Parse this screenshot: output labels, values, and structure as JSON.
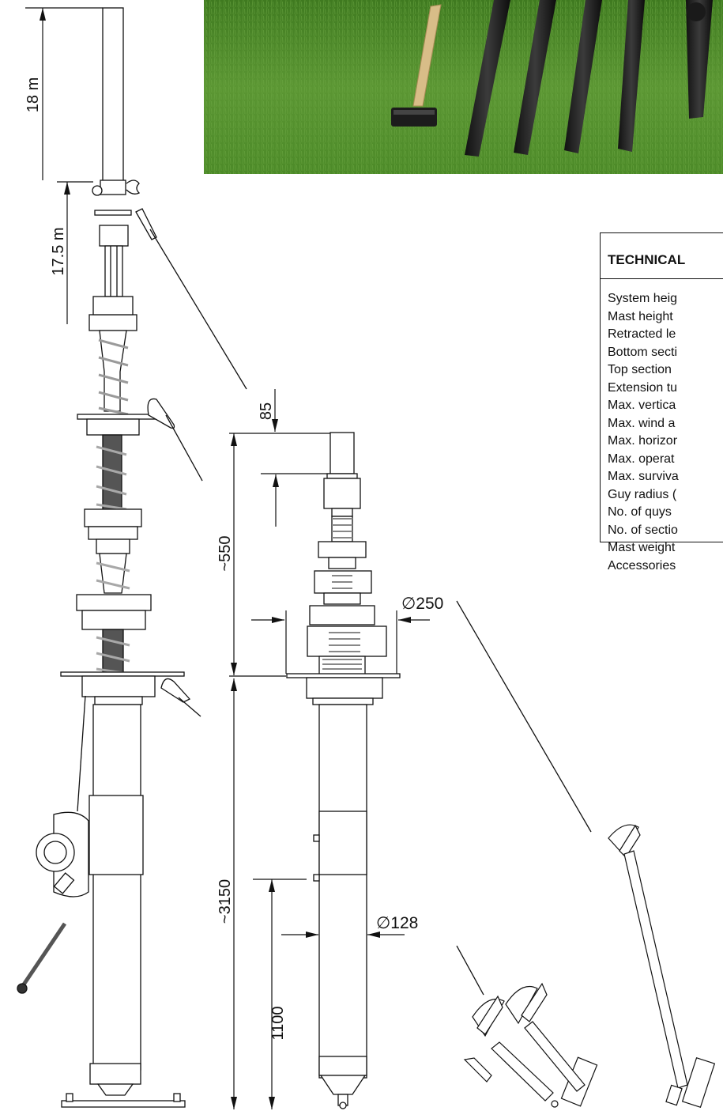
{
  "dimensions": {
    "height_total": "18 m",
    "height_retracted": "17.5 m",
    "top_offset": "85",
    "telescopic_length": "~550",
    "bottom_length": "~3150",
    "winch_height": "1100",
    "diameter_top": "∅250",
    "diameter_bottom": "∅128"
  },
  "spec_table": {
    "heading": "TECHNICAL",
    "rows": [
      "System heig",
      "Mast height",
      "Retracted le",
      "Bottom secti",
      "Top section",
      "Extension tu",
      "Max. vertica",
      "Max. wind a",
      "Max. horizor",
      "Max. operat",
      "Max. surviva",
      "Guy radius (",
      "No. of quys",
      "No. of sectio",
      "Mast weight",
      "Accessories"
    ]
  },
  "colors": {
    "grass": "#4f8a2a",
    "line": "#111111",
    "tube": "#3a3a3a"
  }
}
